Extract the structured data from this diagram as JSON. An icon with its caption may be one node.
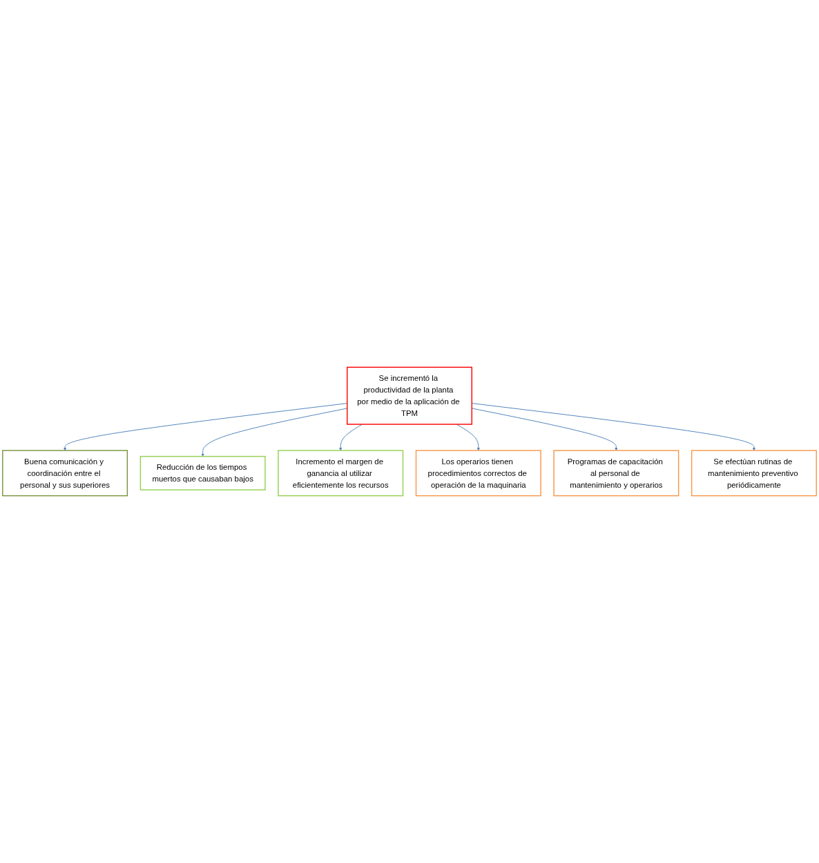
{
  "diagram": {
    "nodes": [
      {
        "text": [
          "Buena comunicación y coordinación entre el personal y sus superiores"
        ]
      },
      {
        "text": [
          "Reducción de los tiempos muertos que causaban bajos"
        ]
      },
      {
        "text": [
          "Incremento el margen de ganancia al utilizar eficientemente los recursos"
        ]
      },
      {
        "text": [
          "Se incrementó la productividad de la planta por medio de la aplicación de TPM"
        ]
      },
      {
        "text": [
          "Los operarios tienen procedimientos correctos de operación de la maquinaria"
        ]
      },
      {
        "text": [
          "Programas de capacitación al personal de mantenimiento y operarios"
        ]
      },
      {
        "text": [
          "Se efectúan rutinas de mantenimiento preventivo periódicamente"
        ]
      }
    ],
    "edges": [
      {
        "from": 3,
        "to": 0,
        "arrow": "to"
      },
      {
        "from": 3,
        "to": 1,
        "arrow": "to"
      },
      {
        "from": 3,
        "to": 2,
        "arrow": "to"
      },
      {
        "from": 3,
        "to": 4,
        "arrow": "to"
      },
      {
        "from": 3,
        "to": 5,
        "arrow": "to"
      },
      {
        "from": 3,
        "to": 6,
        "arrow": "to"
      }
    ]
  }
}
